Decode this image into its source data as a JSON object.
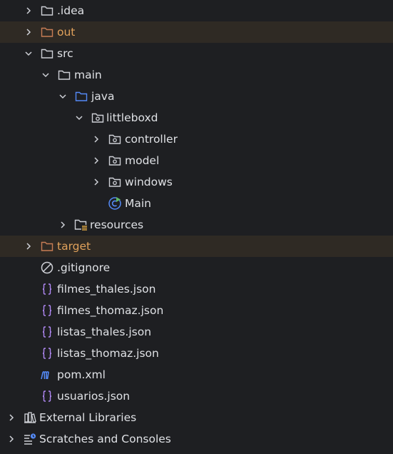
{
  "colors": {
    "background": "#1e1f22",
    "excluded_row": "#2f2a24",
    "excluded_text": "#e0a15b",
    "text": "#dfe1e5",
    "folder_gray": "#ced0d6",
    "folder_orange": "#c77d55",
    "folder_blue": "#548af7",
    "json_purple": "#b189f5",
    "maven_blue": "#548af7"
  },
  "tree": {
    "items": [
      {
        "label": ".idea",
        "icon": "folder-icon"
      },
      {
        "label": "out",
        "icon": "excluded-folder-icon"
      },
      {
        "label": "src",
        "icon": "folder-icon"
      },
      {
        "label": "main",
        "icon": "folder-icon"
      },
      {
        "label": "java",
        "icon": "source-folder-icon"
      },
      {
        "label": "littleboxd",
        "icon": "package-icon"
      },
      {
        "label": "controller",
        "icon": "package-icon"
      },
      {
        "label": "model",
        "icon": "package-icon"
      },
      {
        "label": "windows",
        "icon": "package-icon"
      },
      {
        "label": "Main",
        "icon": "java-class-run-icon"
      },
      {
        "label": "resources",
        "icon": "resources-folder-icon"
      },
      {
        "label": "target",
        "icon": "excluded-folder-icon"
      },
      {
        "label": ".gitignore",
        "icon": "gitignore-icon"
      },
      {
        "label": "filmes_thales.json",
        "icon": "json-icon"
      },
      {
        "label": "filmes_thomaz.json",
        "icon": "json-icon"
      },
      {
        "label": "listas_thales.json",
        "icon": "json-icon"
      },
      {
        "label": "listas_thomaz.json",
        "icon": "json-icon"
      },
      {
        "label": "pom.xml",
        "icon": "maven-icon"
      },
      {
        "label": "usuarios.json",
        "icon": "json-icon"
      },
      {
        "label": "External Libraries",
        "icon": "library-icon"
      },
      {
        "label": "Scratches and Consoles",
        "icon": "scratches-icon"
      }
    ]
  }
}
